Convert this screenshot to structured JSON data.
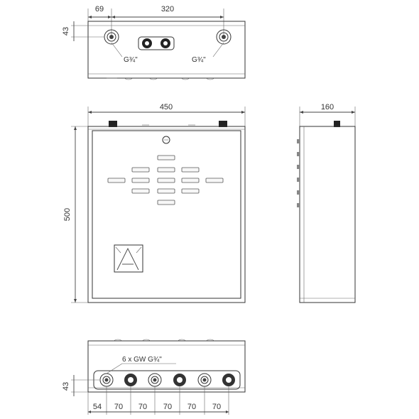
{
  "top_view": {
    "dim_offset": "69",
    "dim_spacing": "320",
    "dim_height": "43",
    "thread_left": "G¾\"",
    "thread_right": "G¾\""
  },
  "front_view": {
    "dim_width": "450",
    "dim_height": "500"
  },
  "side_view": {
    "dim_depth": "160"
  },
  "bottom_view": {
    "connections_label": "6 x GW G¾\"",
    "dim_height": "43",
    "dims": [
      "54",
      "70",
      "70",
      "70",
      "70",
      "70"
    ]
  }
}
